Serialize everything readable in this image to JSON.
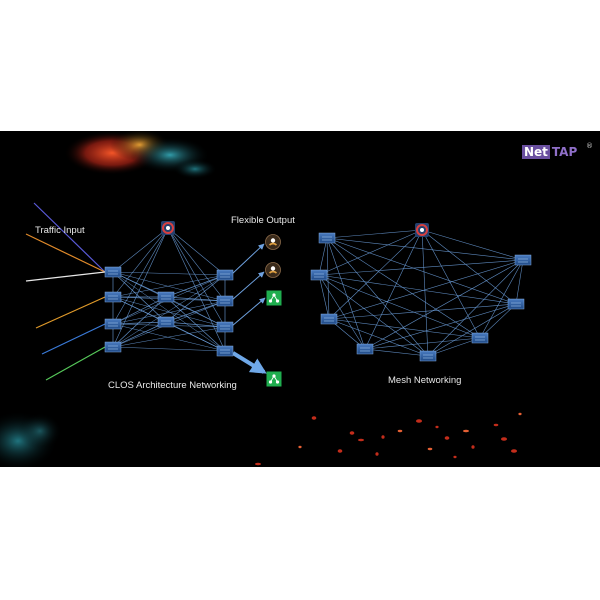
{
  "brand": {
    "part1": "Net",
    "part2": "TAP",
    "registered": "®"
  },
  "labels": {
    "traffic_input": "Traffic Input",
    "flexible_output": "Flexible Output",
    "clos_caption": "CLOS Architecture Networking",
    "mesh_caption": "Mesh Networking"
  },
  "colors": {
    "background": "#000000",
    "switch_fill": "#2f5e9e",
    "link": "#6fa2e0",
    "input_lines": [
      "#5a5ad8",
      "#e08a2a",
      "#e8e8e8",
      "#e09a2a",
      "#3a7ad8",
      "#56c85a"
    ],
    "output_green": "#1fae4f",
    "brand_purple": "#6a4fa0"
  },
  "icons": {
    "controller": "controller-icon",
    "endpoint": "endpoint-icon",
    "share": "share-icon"
  }
}
